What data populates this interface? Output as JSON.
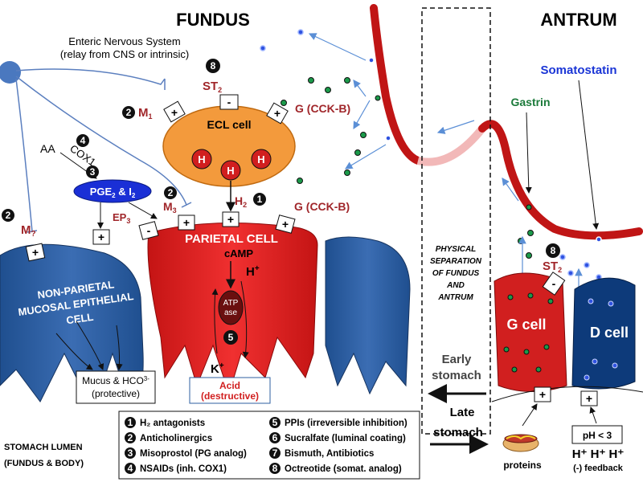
{
  "titles": {
    "fundus": "FUNDUS",
    "antrum": "ANTRUM"
  },
  "ens": {
    "line1": "Enteric Nervous System",
    "line2": "(relay from CNS or intrinsic)"
  },
  "ecl": {
    "label": "ECL cell",
    "receptor_st2": "ST",
    "receptor_m1": "M",
    "receptor_g": "G (CCK-B)",
    "h": "H"
  },
  "parietal": {
    "label": "PARIETAL CELL",
    "camp": "cAMP",
    "h_plus": "H",
    "k_plus": "K",
    "atpase": "ATP ase",
    "receptor_m3": "M",
    "receptor_h2": "H",
    "receptor_g": "G (CCK-B)",
    "receptor_ep3": "EP",
    "acid": "Acid",
    "acid_sub": "(destructive)"
  },
  "nonparietal": {
    "line1": "NON-PARIETAL",
    "line2": "MUCOSAL EPITHELIAL",
    "line3": "CELL",
    "receptor_m": "M",
    "q": "?"
  },
  "pathway": {
    "aa": "AA",
    "cox1": "COX1",
    "pge2": "PGE",
    "i2": "& I"
  },
  "mucus": {
    "line1": "Mucus & HCO",
    "line2": "(protective)"
  },
  "lumen": {
    "line1": "STOMACH LUMEN",
    "line2": "(FUNDUS & BODY)"
  },
  "separation": {
    "line1": "PHYSICAL",
    "line2": "SEPARATION",
    "line3": "OF FUNDUS",
    "line4": "AND",
    "line5": "ANTRUM"
  },
  "stomach": {
    "early1": "Early",
    "early2": "stomach",
    "late1": "Late",
    "late2": "stomach"
  },
  "antrum": {
    "somatostatin": "Somatostatin",
    "gastrin": "Gastrin",
    "g_cell": "G cell",
    "d_cell": "D cell",
    "st2": "ST",
    "proteins": "proteins",
    "ph": "pH < 3",
    "hplus": "H⁺ H⁺ H⁺",
    "feedback": "(-) feedback"
  },
  "legend": [
    {
      "n": "1",
      "text": "H₂ antagonists"
    },
    {
      "n": "2",
      "text": "Anticholinergics"
    },
    {
      "n": "3",
      "text": "Misoprostol (PG analog)"
    },
    {
      "n": "4",
      "text": "NSAIDs (inh. COX1)"
    },
    {
      "n": "5",
      "text": "PPIs (irreversible inhibition)"
    },
    {
      "n": "6",
      "text": "Sucralfate (luminal coating)"
    },
    {
      "n": "7",
      "text": "Bismuth, Antibiotics"
    },
    {
      "n": "8",
      "text": "Octreotide (somat. analog)"
    }
  ],
  "colors": {
    "blue": "#2d5fa0",
    "red": "#d11f1f",
    "orange": "#f39a3c",
    "darkred": "#8b1a1a",
    "green": "#0a6e2c",
    "navy": "#0a2a66"
  }
}
